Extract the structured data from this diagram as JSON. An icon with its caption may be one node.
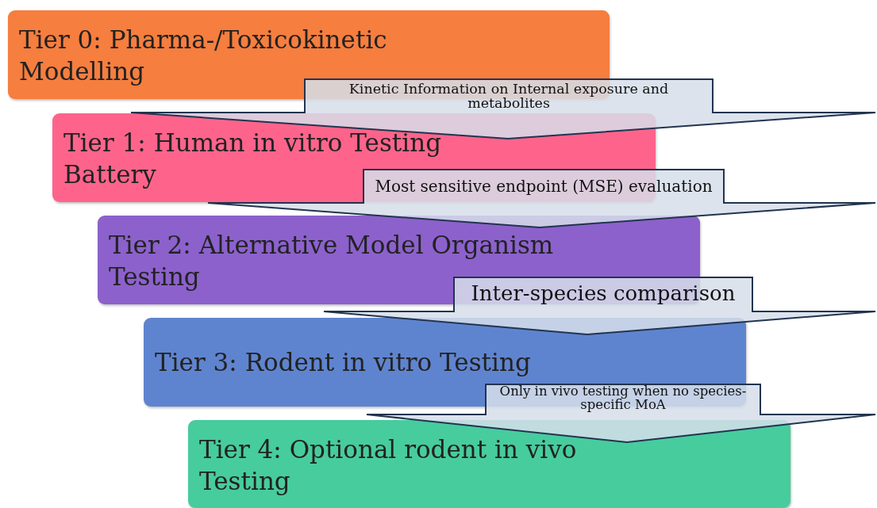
{
  "diagram": {
    "nodes": [
      {
        "text": [
          "Tier 0: Pharma-/Toxicokinetic Modelling"
        ]
      },
      {
        "text": [
          "Tier 1: Human in vitro Testing Battery"
        ]
      },
      {
        "text": [
          "Tier 2: Alternative Model Organism Testing"
        ]
      },
      {
        "text": [
          "Tier 3: Rodent in vitro Testing"
        ]
      },
      {
        "text": [
          "Tier 4: Optional rodent in vivo Testing"
        ]
      }
    ],
    "edges": [
      {
        "from": 0,
        "to": 1,
        "arrow": "to",
        "label": "Kinetic Information on Internal exposure and metabolites"
      },
      {
        "from": 1,
        "to": 2,
        "arrow": "to",
        "label": "Most sensitive endpoint (MSE) evaluation"
      },
      {
        "from": 2,
        "to": 3,
        "arrow": "to",
        "label": "Inter-species comparison"
      },
      {
        "from": 3,
        "to": 4,
        "arrow": "to",
        "label": "Only in vivo testing when no species-specific MoA"
      }
    ]
  }
}
